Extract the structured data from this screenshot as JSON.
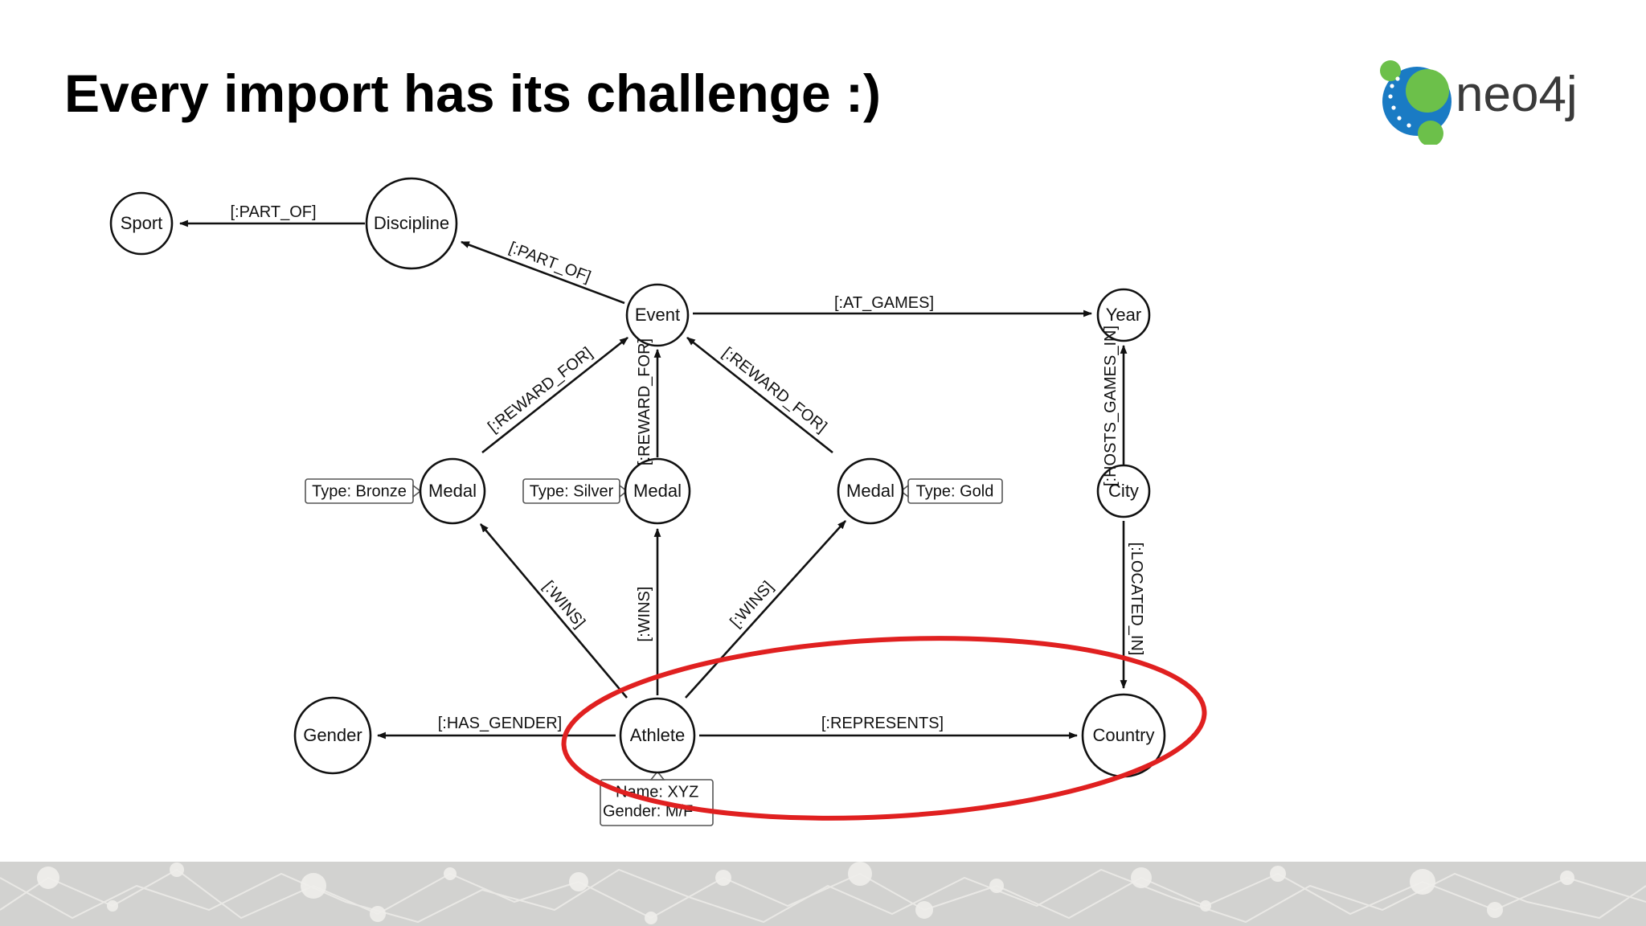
{
  "slide": {
    "title": "Every import has its challenge :)"
  },
  "logo": {
    "text": "neo4j",
    "colors": {
      "blue": "#1a7bc4",
      "green": "#6cc04a",
      "text": "#3a3a3a"
    }
  },
  "diagram": {
    "highlight_color": "#e02020",
    "nodes": {
      "sport": "Sport",
      "discipline": "Discipline",
      "event": "Event",
      "year": "Year",
      "medal_bronze": "Medal",
      "medal_silver": "Medal",
      "medal_gold": "Medal",
      "city": "City",
      "gender": "Gender",
      "athlete": "Athlete",
      "country": "Country"
    },
    "properties": {
      "bronze": "Type:  Bronze",
      "silver": "Type:  Silver",
      "gold": "Type:  Gold",
      "athlete_name": "Name: XYZ",
      "athlete_gender": "Gender: M/F"
    },
    "relationships": {
      "disc_sport": "[:PART_OF]",
      "event_disc": "[:PART_OF]",
      "event_year": "[:AT_GAMES]",
      "bronze_event": "[:REWARD_FOR]",
      "silver_event": "[:REWARD_FOR]",
      "gold_event": "[:REWARD_FOR]",
      "city_year": "[:HOSTS_GAMES_IN]",
      "athlete_bronze": "[:WINS]",
      "athlete_silver": "[:WINS]",
      "athlete_gold": "[:WINS]",
      "city_country": "[:LOCATED_IN]",
      "athlete_gender": "[:HAS_GENDER]",
      "athlete_country": "[:REPRESENTS]"
    }
  }
}
